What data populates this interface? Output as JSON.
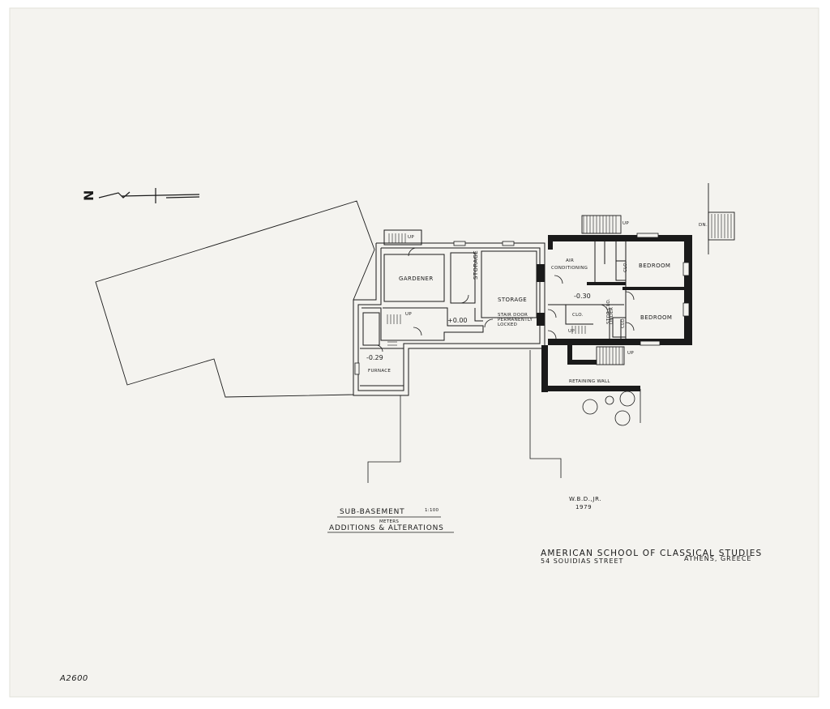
{
  "colors": {
    "paper": "#f4f3ef",
    "ink": "#1a1a1a",
    "background": "#ffffff"
  },
  "rooms": {
    "gardener": "GARDENER",
    "storage_small": "STORAGE",
    "storage_large": "STORAGE",
    "stair_door_1": "STAIR DOOR",
    "stair_door_2": "PERMANENTLY",
    "stair_door_3": "LOCKED",
    "air_cond_1": "AIR",
    "air_cond_2": "CONDITIONING",
    "bedroom_upper": "BEDROOM",
    "bedroom_lower": "BEDROOM",
    "clo_upper": "CLO.",
    "clo_mid": "CLO.",
    "clo_lower": "CLO.",
    "stor_under_1": "STOR.CLO.",
    "stor_under_2": "UNDER",
    "furnace": "FURNACE",
    "retaining_wall": "RETAINING WALL"
  },
  "levels": {
    "zero": "+0.00",
    "minus_029": "-0.29",
    "minus_030": "-0.30"
  },
  "stair_marks": {
    "up_top": "UP",
    "up_mid": "UP",
    "up_right_top": "UP",
    "up_right_bottom": "UP",
    "dn": "DN.",
    "up_small": "UP"
  },
  "title_block": {
    "sub_basement": "SUB-BASEMENT",
    "scale": "1:100",
    "units": "METERS",
    "additions": "ADDITIONS & ALTERATIONS"
  },
  "signature": {
    "initials": "W.B.D.,JR.",
    "year": "1979"
  },
  "institution": {
    "name": "AMERICAN SCHOOL OF CLASSICAL STUDIES",
    "street": "54 SOUIDIAS STREET",
    "city": "ATHENS, GREECE"
  },
  "drawing_code": "A2600",
  "north_mark": "N"
}
